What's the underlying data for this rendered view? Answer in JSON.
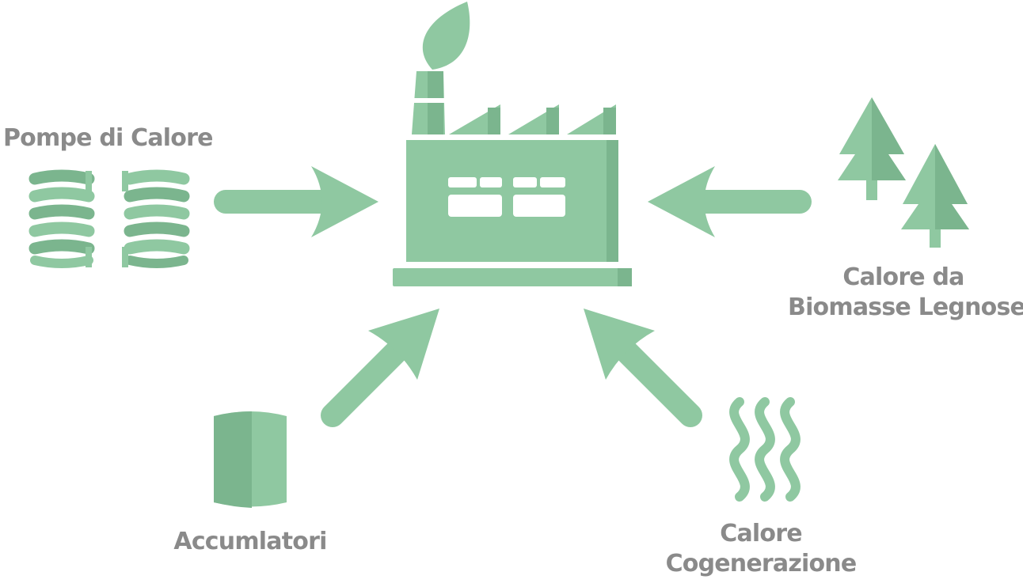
{
  "labels": {
    "pompe": "Pompe di Calore",
    "biomasse_line1": "Calore da",
    "biomasse_line2": "Biomasse Legnose",
    "accumulatori": "Accumlatori",
    "cogen_line1": "Calore",
    "cogen_line2": "Cogenerazione"
  },
  "colors": {
    "green": "#8fc8a1",
    "green_dark": "#7bb58e",
    "text": "#8a8a8a",
    "background": "#ffffff"
  },
  "icons": {
    "center": "factory-icon",
    "pompe": "heat-pump-coil-icon",
    "biomasse": "pine-trees-icon",
    "accumulatori": "storage-tank-icon",
    "cogen": "heat-waves-icon"
  }
}
